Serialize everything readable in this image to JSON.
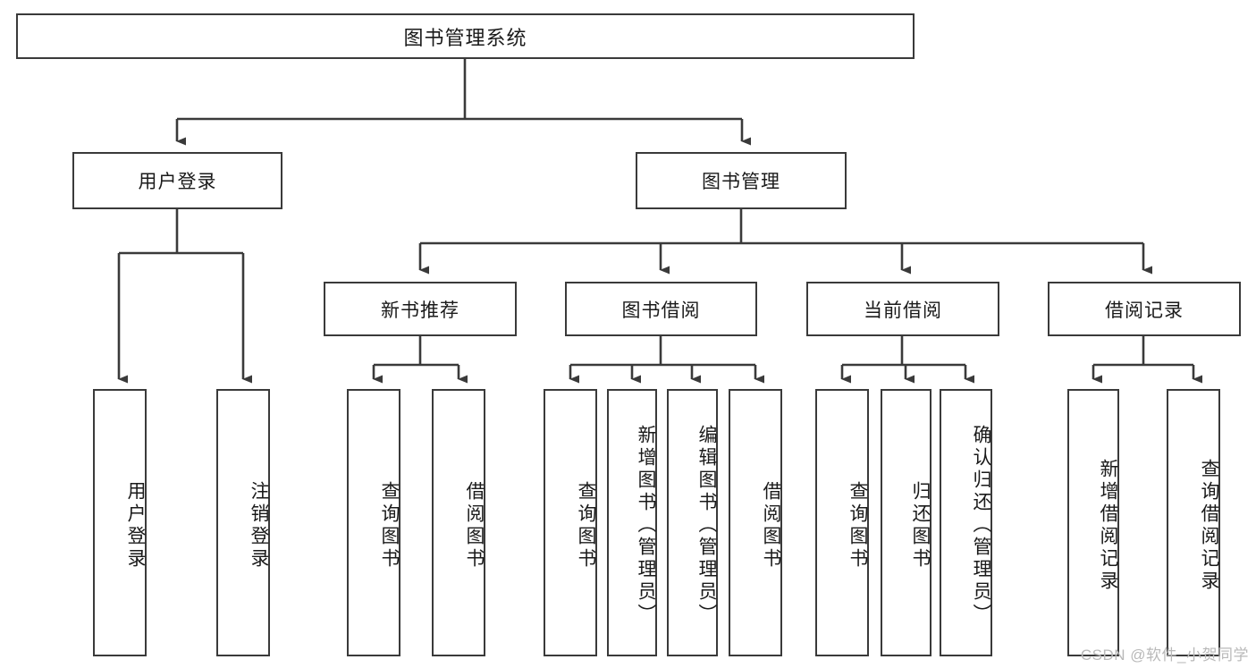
{
  "diagram": {
    "title": "图书管理系统",
    "watermark": "CSDN @软件_小贺同学",
    "levels": {
      "root": {
        "label": "图书管理系统"
      },
      "level2": [
        {
          "label": "用户登录"
        },
        {
          "label": "图书管理"
        }
      ],
      "level3": [
        {
          "label": "新书推荐"
        },
        {
          "label": "图书借阅"
        },
        {
          "label": "当前借阅"
        },
        {
          "label": "借阅记录"
        }
      ],
      "leaves": [
        {
          "label": "用户登录"
        },
        {
          "label": "注销登录"
        },
        {
          "label": "查询图书"
        },
        {
          "label": "借阅图书"
        },
        {
          "label": "查询图书"
        },
        {
          "label": "新增图书（管理员）"
        },
        {
          "label": "编辑图书（管理员）"
        },
        {
          "label": "借阅图书"
        },
        {
          "label": "查询图书"
        },
        {
          "label": "归还图书"
        },
        {
          "label": "确认归还（管理员）"
        },
        {
          "label": "新增借阅记录"
        },
        {
          "label": "查询借阅记录"
        }
      ]
    },
    "colors": {
      "stroke": "#3a3a3a",
      "fill": "#ffffff",
      "text": "#1a1a1a",
      "watermark": "#b9b9b9"
    }
  }
}
